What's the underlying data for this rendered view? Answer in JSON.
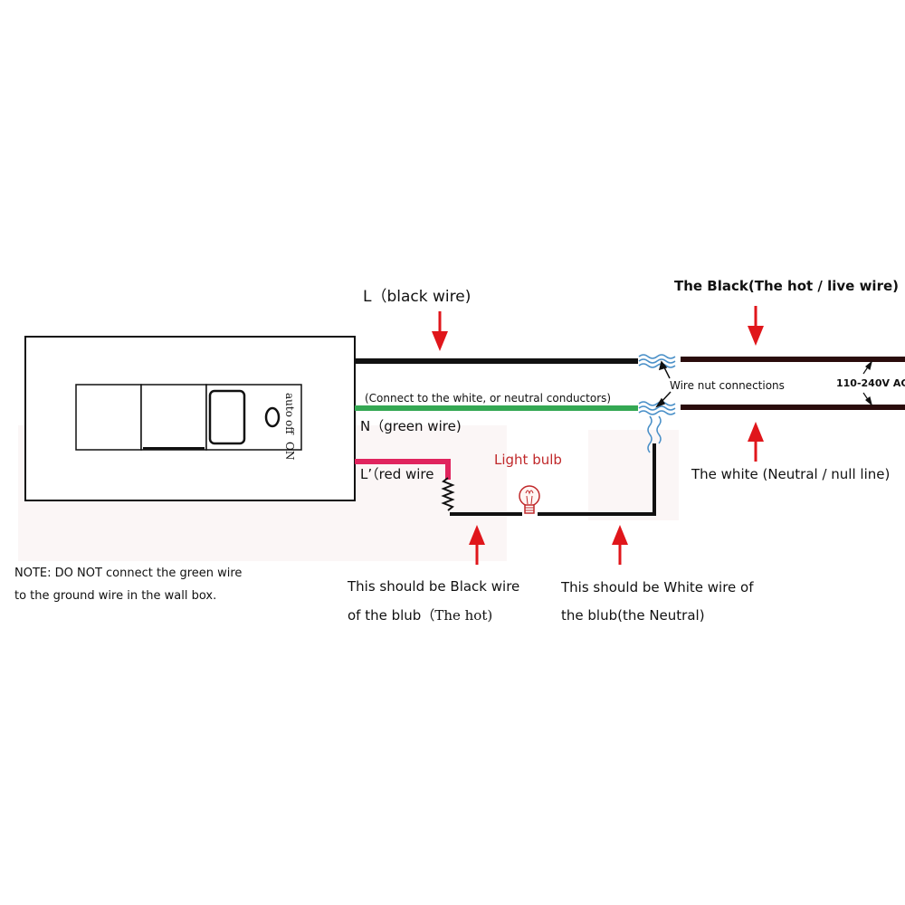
{
  "labels": {
    "l_black_wire": "L（black wire)",
    "the_black": "The Black(The hot / live wire)",
    "wire_nut": "Wire nut connections",
    "voltage": "110-240V AC",
    "connect_note": "(Connect to the white, or neutral conductors)",
    "n_green_wire": "N（green wire)",
    "l_prime_red_wire": "L’（red wire",
    "light_bulb": "Light bulb",
    "the_white": "The white (Neutral / null line)",
    "black_wire_line1": "This should be Black wire",
    "black_wire_line2_a": "of the blub",
    "black_wire_line2_b": "（The hot)",
    "white_wire_line1": "This should be White wire of",
    "white_wire_line2": "the blub(the Neutral)"
  },
  "switch": {
    "mode_labels": [
      "ON",
      "off",
      "auto"
    ]
  },
  "note": {
    "line1": "NOTE:  DO NOT connect the green wire",
    "line2": "to the ground wire in the wall box."
  },
  "colors": {
    "black_wire": "#111111",
    "green_wire": "#34a853",
    "red_wire": "#e0245e",
    "mains_wire": "#2a0c0c",
    "arrow": "#e0161b",
    "nut": "#4a90c8"
  }
}
